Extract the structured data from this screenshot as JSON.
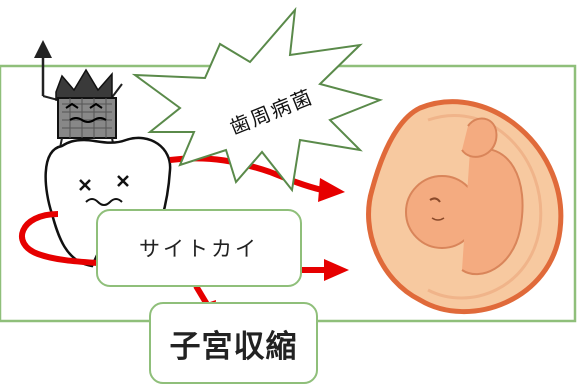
{
  "labels": {
    "pathogen": "歯周病菌",
    "saitokai": "サイトカイ",
    "uterus": "子宮収縮"
  },
  "icons": [
    "germ-icon",
    "sick-tooth-icon",
    "fetus-in-womb-icon",
    "red-arrow-icon"
  ],
  "colors": {
    "frame": "#8fbf7a",
    "arrow": "#e60000",
    "womb": "#f7c9a0",
    "womb_outline": "#e06a3a"
  }
}
